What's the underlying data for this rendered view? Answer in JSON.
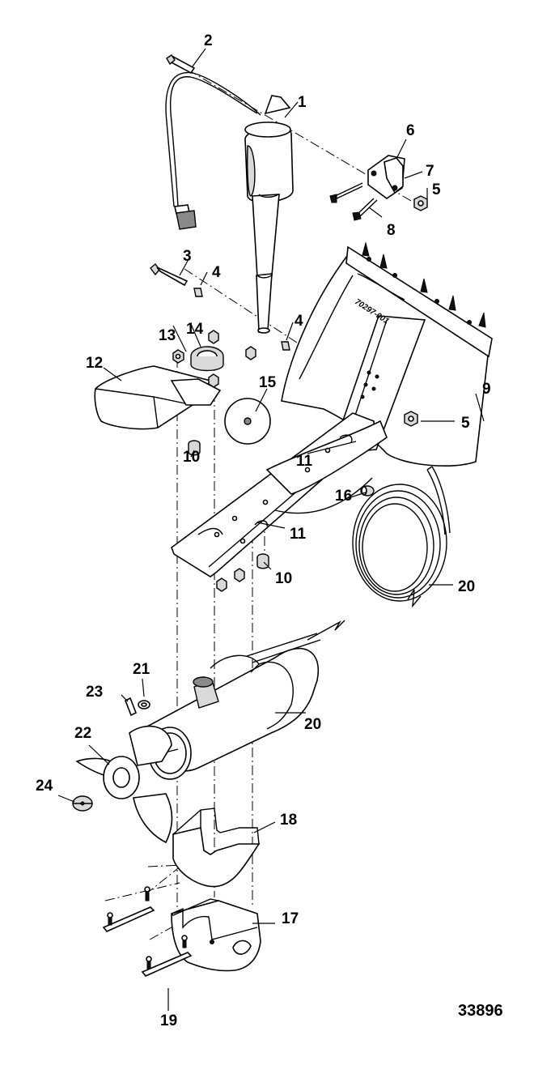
{
  "callouts": {
    "c1": "1",
    "c2": "2",
    "c3": "3",
    "c4a": "4",
    "c4b": "4",
    "c5a": "5",
    "c5b": "5",
    "c6": "6",
    "c7": "7",
    "c8": "8",
    "c9": "9",
    "c10a": "10",
    "c10b": "10",
    "c11a": "11",
    "c11b": "11",
    "c12": "12",
    "c13": "13",
    "c14": "14",
    "c15": "15",
    "c16": "16",
    "c17": "17",
    "c18": "18",
    "c19": "19",
    "c20a": "20",
    "c20b": "20",
    "c21": "21",
    "c22": "22",
    "c23": "23",
    "c24": "24"
  },
  "bracket_stamp": "70297-001",
  "figure_number": "33896",
  "colors": {
    "line": "#000000",
    "shade": "#d9d9d9",
    "dark_fill": "#8a8a8a"
  }
}
